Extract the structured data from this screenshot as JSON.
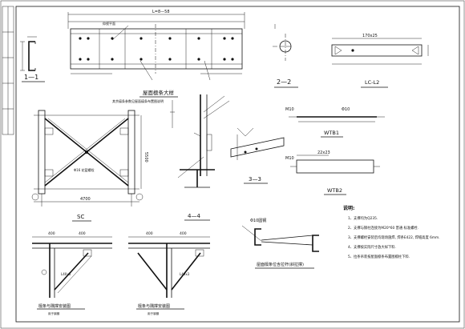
{
  "views": {
    "section_1_1": {
      "label": "1—1"
    },
    "purlin_plan": {
      "label": "屋面檩条大样",
      "dim_top": "L=8—58",
      "left_label": "仰视平面",
      "note_text": "其余檩条参数见屋面檩条布置图说明"
    },
    "section_2_2": {
      "label": "2—2"
    },
    "lc_l2": {
      "label": "LC-L2",
      "dim": "170x25"
    },
    "sc_bracing": {
      "label": "SC",
      "span": "4700",
      "height": "5500",
      "rod_note": "Φ16 花篮螺栓"
    },
    "section_3_3": {
      "label": "3—3"
    },
    "section_4_4": {
      "label": "4—4"
    },
    "wtb1": {
      "label": "WTB1",
      "bolt": "M10",
      "rod": "Φ10"
    },
    "wtb2": {
      "label": "WTB2",
      "bolt": "M10",
      "dim": "22x23"
    },
    "purlin_brace_detail_1": {
      "label": "檩条与隅撑安装图",
      "sub": "用于钢檩",
      "dims": [
        "400",
        "400",
        "L40x3"
      ]
    },
    "purlin_brace_detail_2": {
      "label": "檩条与隅撑安装图",
      "sub": "用于钢檩",
      "dims": [
        "400",
        "400",
        "L40x3"
      ]
    },
    "purlin_rod_detail": {
      "label": "屋面檩条位含拉杆(斜拉撑)",
      "rod": "Φ10圆钢"
    }
  },
  "notes": {
    "title": "说明:",
    "items": [
      "1、支撑均为Q235.",
      "2、支撑与钢柱连接为M20*60 普通 标准螺栓.",
      "3、支撑螺栓安装后均现场施焊, 焊条E422, 焊缝高度 6mm.",
      "4、支撑按实际尺寸放大样下料.",
      "5、拉条吊装按屋面檩条布置图檩柱下料."
    ]
  }
}
